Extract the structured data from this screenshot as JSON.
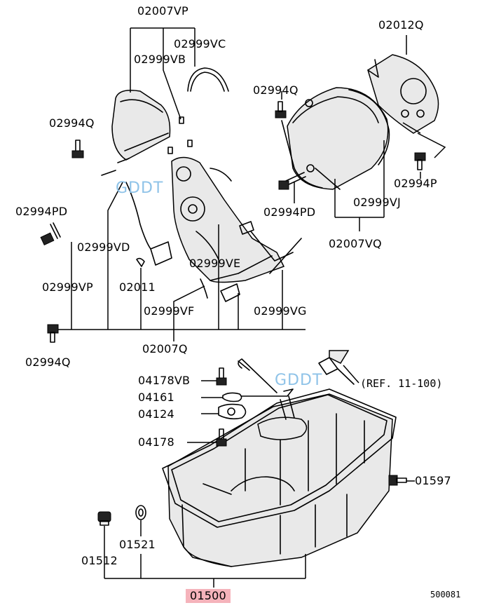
{
  "labels": {
    "p02007VP": "02007VP",
    "p02999VC": "02999VC",
    "p02999VB": "02999VB",
    "p02012Q": "02012Q",
    "p02994Q_top": "02994Q",
    "p02994Q_mid": "02994Q",
    "p02994P": "02994P",
    "p02994PD_left": "02994PD",
    "p02994PD_mid": "02994PD",
    "p02999VJ": "02999VJ",
    "p02007VQ": "02007VQ",
    "p02999VD": "02999VD",
    "p02999VE": "02999VE",
    "p02999VP": "02999VP",
    "p02011": "02011",
    "p02999VF": "02999VF",
    "p02999VG": "02999VG",
    "p02994Q_left": "02994Q",
    "p02007Q": "02007Q",
    "p04178VB": "04178VB",
    "p04161": "04161",
    "p04124": "04124",
    "p04178": "04178",
    "p01597": "01597",
    "p01521": "01521",
    "p01512": "01512",
    "p01500": "01500"
  },
  "reference": "(REF. 11-100)",
  "watermark": "GDDT",
  "diagram_code": "500081",
  "highlight_color": "#f5b3bb"
}
